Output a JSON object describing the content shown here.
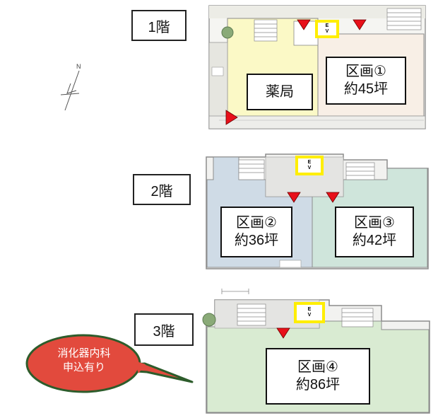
{
  "floors": {
    "f1": {
      "label": "1階",
      "pharmacy_label": "薬局",
      "unit1": {
        "name": "区画①",
        "area": "約45坪"
      },
      "ev": {
        "line1": "E",
        "line2": "V"
      },
      "colors": {
        "pharmacy": "#fbf9c6",
        "unit": "#f8efe6"
      }
    },
    "f2": {
      "label": "2階",
      "unit2": {
        "name": "区画②",
        "area": "約36坪"
      },
      "unit3": {
        "name": "区画③",
        "area": "約42坪"
      },
      "ev": {
        "line1": "E",
        "line2": "V"
      },
      "colors": {
        "unit2": "#cfdbe6",
        "unit3": "#cfe5db"
      }
    },
    "f3": {
      "label": "3階",
      "unit4": {
        "name": "区画④",
        "area": "約86坪"
      },
      "ev": {
        "line1": "E",
        "line2": "V"
      },
      "colors": {
        "unit4": "#d9ebd2"
      }
    }
  },
  "callout": {
    "line1": "消化器内科",
    "line2": "申込有り",
    "fill": "#e24a3d",
    "border": "#2d5c2b"
  },
  "compass": {
    "letter": "N"
  },
  "colors": {
    "entrance_marker": "#e8101a",
    "ev_highlight": "#ffee00",
    "wall": "#8c8c8c"
  }
}
